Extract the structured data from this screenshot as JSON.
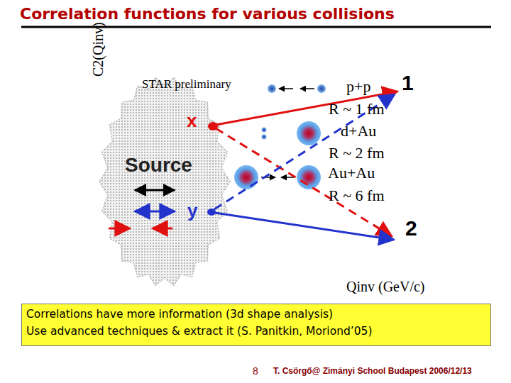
{
  "diagram": {
    "title": "Correlation functions for various collisions",
    "nodes": [
      {
        "text": [
          "Source"
        ]
      },
      {
        "text": [
          "Correlations have more information (3d shape analysis)",
          "Use advanced techniques & extract it (S. Panitkin, Moriond’05)"
        ]
      }
    ],
    "labels": [
      "C2(Qinv)",
      "STAR preliminary",
      "p+p",
      "R ~ 1 fm",
      "d+Au",
      "R ~ 2 fm",
      "Au+Au",
      "R ~ 6 fm",
      "1",
      "x",
      "2",
      "y",
      "Qinv (GeV/c)",
      "8",
      "T. Csörgő@ Zimányi School Budapest 2006/12/13"
    ]
  }
}
